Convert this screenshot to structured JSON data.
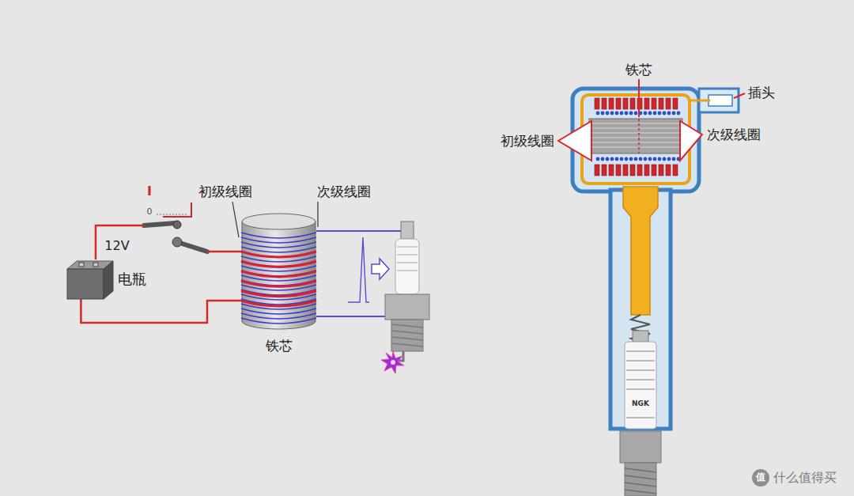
{
  "diagram": {
    "nodes": [
      {
        "text": [
          "电瓶"
        ]
      },
      {
        "text": [
          "铁芯"
        ]
      }
    ],
    "edges": [
      {
        "from": 0,
        "to": 1,
        "arrow": "none"
      },
      {
        "from": 0,
        "to": 1,
        "arrow": "none"
      }
    ],
    "labels": [
      "I",
      "0",
      "12V",
      "初级线圈",
      "次级线圈",
      "铁芯",
      "插头",
      "初级线圈",
      "次级线圈",
      "NGK",
      "值",
      "什么值得买"
    ]
  }
}
